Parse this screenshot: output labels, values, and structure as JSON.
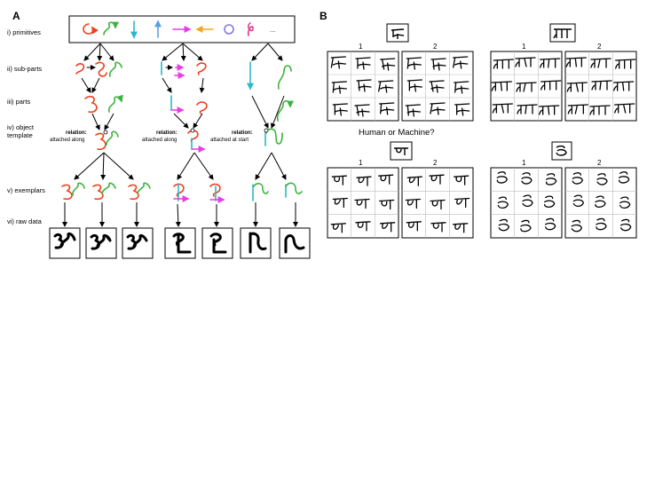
{
  "panel_a": {
    "label": "A",
    "rows": {
      "primitives": "i) primitives",
      "subparts": "ii) sub-parts",
      "parts": "iii) parts",
      "template_1": "iv) object",
      "template_2": "template",
      "exemplars": "v) exemplars",
      "raw": "vi) raw data"
    },
    "ellipsis": "...",
    "relations": [
      {
        "title": "relation:",
        "desc": "attached along"
      },
      {
        "title": "relation:",
        "desc": "attached along"
      },
      {
        "title": "relation:",
        "desc": "attached at start"
      }
    ]
  },
  "panel_b": {
    "label": "B",
    "question": "Human or Machine?",
    "grid_labels": [
      "1",
      "2"
    ]
  },
  "colors": {
    "red": "#f0401e",
    "green": "#3cb43c",
    "cyan": "#2ab8c8",
    "blue": "#5aa0e0",
    "magenta": "#e83ce8",
    "orange": "#f6a51e",
    "purple": "#8a78e0",
    "pink": "#e03c8c"
  }
}
